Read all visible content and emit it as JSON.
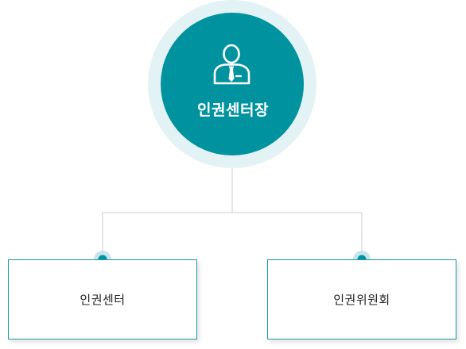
{
  "colors": {
    "outer_ring": "#e3f3f5",
    "primary": "#00939f",
    "line": "#cccccc",
    "box_border": "#1a97a8",
    "dot_halo": "#c6e4ea"
  },
  "head": {
    "icon": "person-with-tie-icon",
    "title": "인권센터장"
  },
  "children": [
    {
      "label": "인권센터"
    },
    {
      "label": "인권위원회"
    }
  ]
}
